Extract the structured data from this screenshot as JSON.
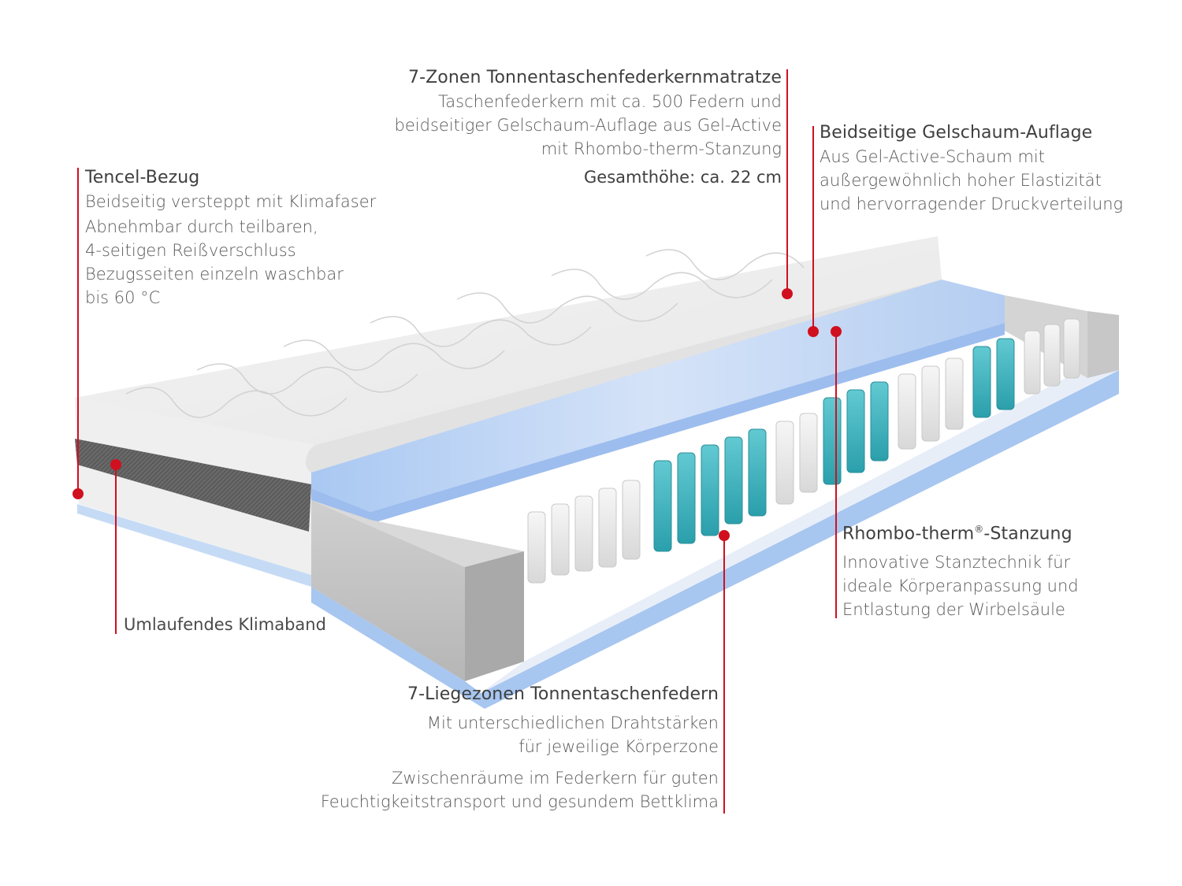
{
  "colors": {
    "accent_red": "#d0101e",
    "text_dark": "#3f3f3f",
    "text_light": "#5a5a5a",
    "gel_blue": "#8fb8ee",
    "spring_teal": "#3fb4bf",
    "spring_white": "#e9e9e9",
    "foam_grey": "#bdbdbd",
    "climate_band": "#6a6a6a"
  },
  "callouts": {
    "mattress": {
      "title": "7-Zonen Tonnentaschenfederkernmatratze",
      "lines": [
        "Taschenfederkern mit ca. 500 Federn und",
        "beidseitiger Gelschaum-Auflage aus Gel-Active",
        "mit Rhombo-therm-Stanzung"
      ],
      "height_note": "Gesamthöhe: ca. 22 cm"
    },
    "gel_foam": {
      "title": "Beidseitige Gelschaum-Auflage",
      "lines": [
        "Aus Gel-Active-Schaum mit",
        "außergewöhnlich hoher Elastizität",
        "und hervorragender Druckverteilung"
      ]
    },
    "cover": {
      "title": "Tencel-Bezug",
      "lines": [
        "Beidseitig versteppt mit Klimafaser"
      ],
      "lines2": [
        "Abnehmbar durch teilbaren,",
        "4-seitigen Reißverschluss",
        "Bezugsseiten einzeln waschbar",
        "bis 60 °C"
      ]
    },
    "climate_band": {
      "title": "Umlaufendes Klimaband"
    },
    "rhombo": {
      "title_main": "Rhombo-therm",
      "title_reg": "®",
      "title_suffix": "-Stanzung",
      "lines": [
        "Innovative Stanztechnik für",
        "ideale Körperanpassung und",
        "Entlastung der Wirbelsäule"
      ]
    },
    "springs": {
      "title": "7-Liegezonen Tonnentaschenfedern",
      "lines": [
        "Mit unterschiedlichen Drahtstärken",
        "für jeweilige Körperzone"
      ],
      "lines2": [
        "Zwischenräume im Federkern für guten",
        "Feuchtigkeitstransport und gesundem Bettklima"
      ]
    }
  }
}
